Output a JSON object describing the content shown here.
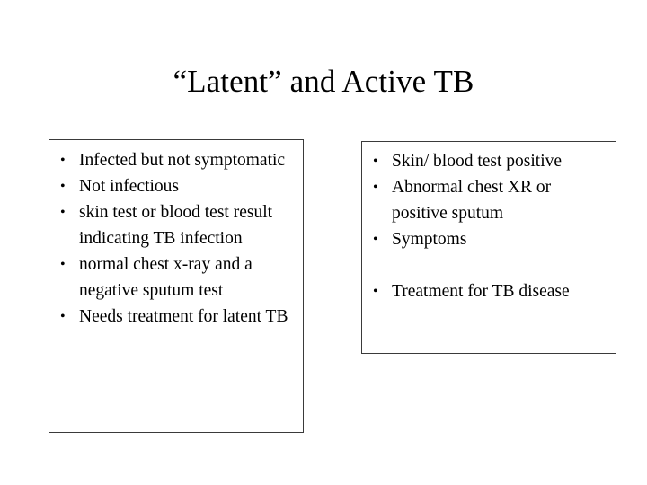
{
  "slide": {
    "title": "“Latent” and Active TB",
    "background_color": "#ffffff",
    "text_color": "#000000",
    "border_color": "#3a3a3a",
    "bullet_glyph": "•",
    "left_box": {
      "bullets": [
        "Infected but not symptomatic",
        "Not infectious",
        "skin test or blood test result indicating TB infection",
        "normal chest x-ray and a negative sputum test",
        "Needs treatment for latent TB"
      ]
    },
    "right_box": {
      "bullets": [
        "Skin/ blood test positive",
        "Abnormal chest XR or positive sputum",
        "Symptoms"
      ],
      "bullets_after_gap": [
        "Treatment for TB disease"
      ]
    }
  }
}
